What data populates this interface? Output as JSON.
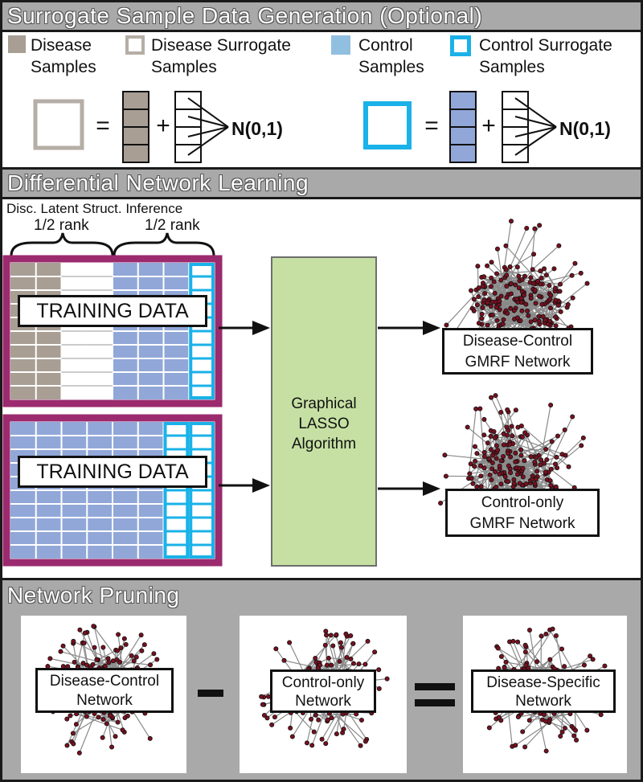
{
  "sections": {
    "surrogate_title": "Surrogate Sample Data Generation (Optional)",
    "differential_title": "Differential Network Learning",
    "pruning_title": "Network Pruning"
  },
  "legend": {
    "disease": [
      "Disease",
      "Samples"
    ],
    "disease_surrogate": [
      "Disease Surrogate",
      "Samples"
    ],
    "control": [
      "Control",
      "Samples"
    ],
    "control_surrogate": [
      "Control Surrogate",
      "Samples"
    ]
  },
  "equations": {
    "equals": "=",
    "plus": "+",
    "normal": "N(0,1)"
  },
  "learning": {
    "disc_label": "Disc. Latent Struct. Inference",
    "half_rank_1": "1/2 rank",
    "half_rank_2": "1/2 rank",
    "training_1": "TRAINING DATA",
    "training_2": "TRAINING DATA",
    "algorithm": [
      "Graphical",
      "LASSO",
      "Algorithm"
    ],
    "network_1": [
      "Disease-Control",
      "GMRF Network"
    ],
    "network_2": [
      "Control-only",
      "GMRF Network"
    ]
  },
  "pruning": {
    "net_a": [
      "Disease-Control",
      "Network"
    ],
    "net_b": [
      "Control-only",
      "Network"
    ],
    "net_c": [
      "Disease-Specific",
      "Network"
    ],
    "minus": "-",
    "equals": "="
  },
  "colors": {
    "disease": "#a89e94",
    "disease_border": "#b5aea6",
    "control": "#91a7d8",
    "control_surrogate": "#1ab2e8",
    "training_border": "#9b2a6e",
    "lasso": "#c6e0a3",
    "header_bg": "#a9a9a9",
    "node": "#7a1020"
  }
}
